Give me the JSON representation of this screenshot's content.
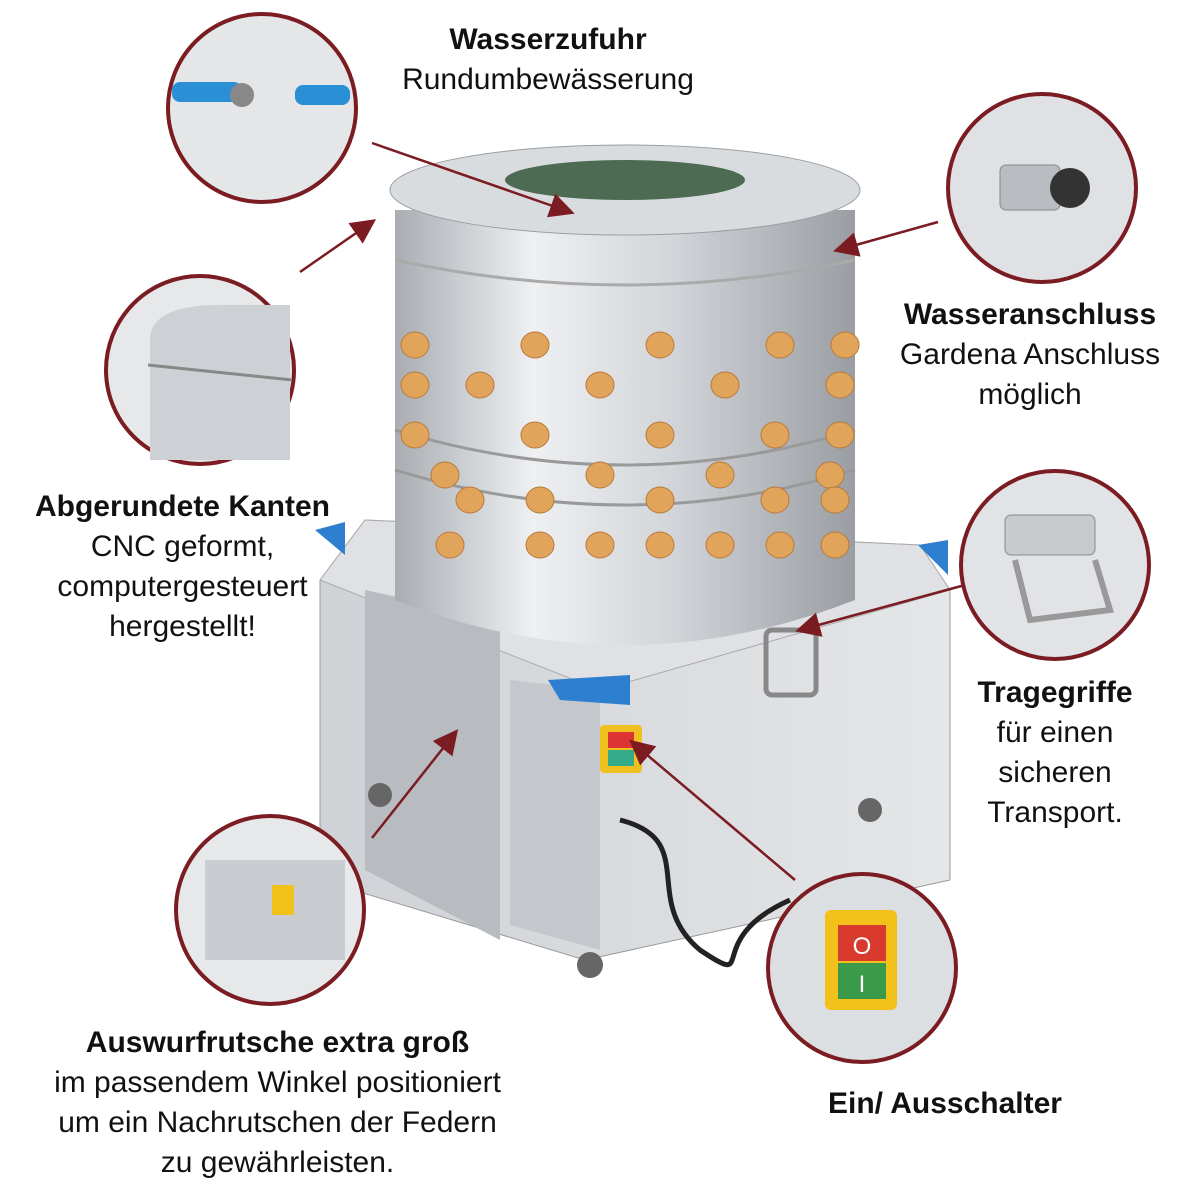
{
  "colors": {
    "accent": "#7b1c22",
    "steel": "#c9ccd0",
    "finger": "#e0a45a",
    "corner": "#2f7fd0"
  },
  "callouts": {
    "water_supply": {
      "title": "Wasserzufuhr",
      "lines": [
        "Rundumbewässerung"
      ]
    },
    "water_connection": {
      "title": "Wasseranschluss",
      "lines": [
        "Gardena Anschluss",
        "möglich"
      ]
    },
    "rounded_edges": {
      "title": "Abgerundete Kanten",
      "lines": [
        "CNC geformt,",
        "computergesteuert",
        "hergestellt!"
      ]
    },
    "handles": {
      "title": "Tragegriffe",
      "lines": [
        "für einen",
        "sicheren",
        "Transport."
      ]
    },
    "chute": {
      "title": "Auswurfrutsche extra groß",
      "lines": [
        "im passendem Winkel positioniert",
        "um ein Nachrutschen der Federn",
        "zu gewährleisten."
      ]
    },
    "switch": {
      "title": "Ein/ Ausschalter",
      "lines": []
    }
  },
  "switch_labels": {
    "off": "O",
    "on": "I"
  }
}
